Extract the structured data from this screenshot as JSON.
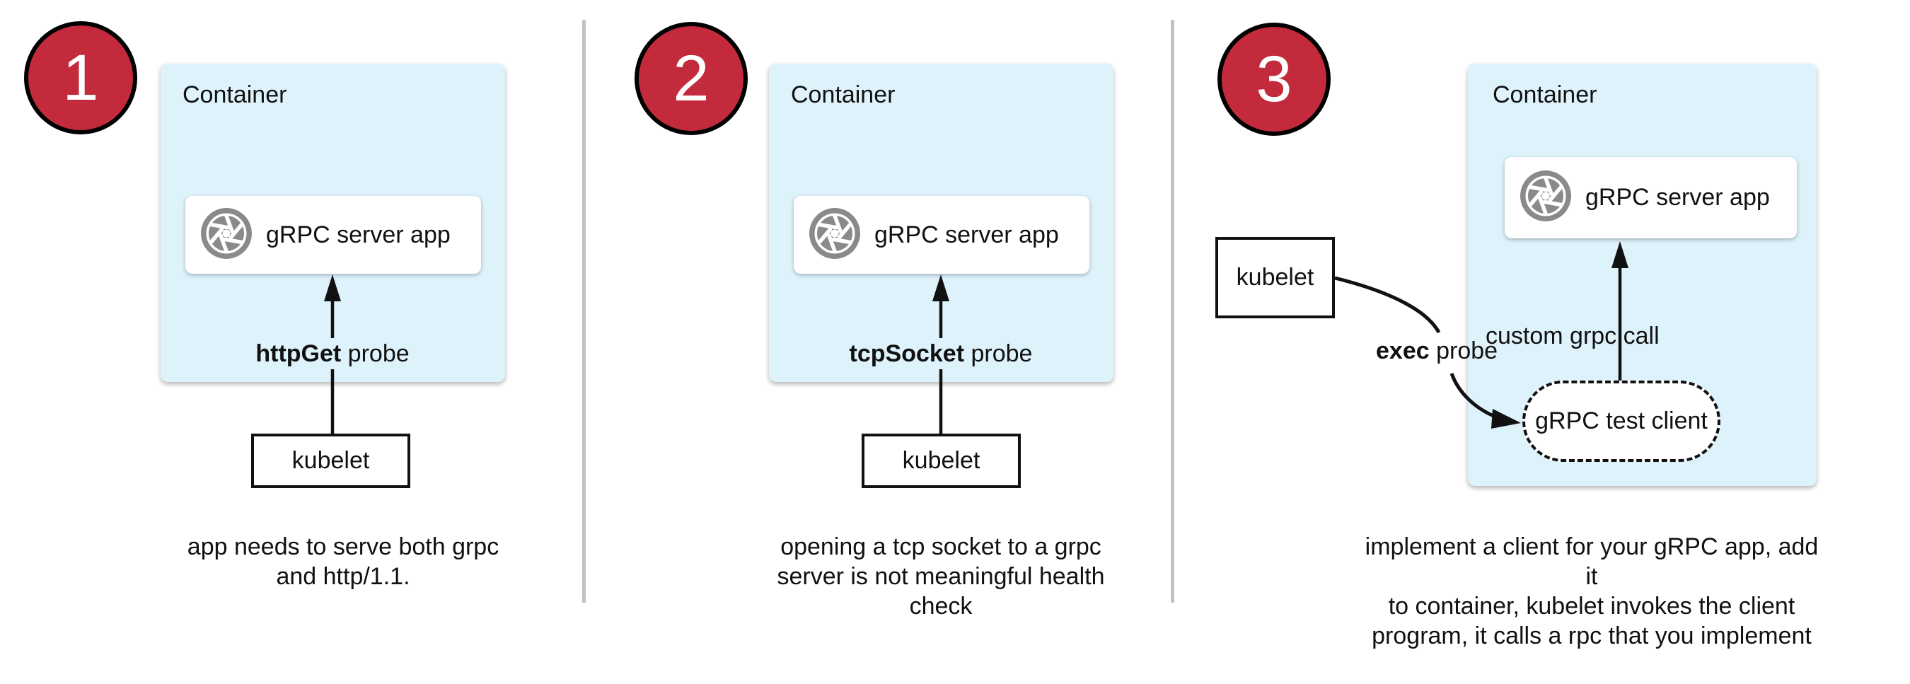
{
  "title": "gRPC health-check probe options diagram",
  "colors": {
    "step_circle_red": "#C32B3D",
    "container_blue": "#DEF2FC",
    "icon_gray": "#8A8A8A",
    "divider_gray": "#C2C2C2",
    "line_black": "#111111",
    "card_white": "#FFFFFF"
  },
  "panels": [
    {
      "number": "1",
      "container_label": "Container",
      "app_icon": "aperture-icon",
      "app_label": "gRPC server app",
      "probe_label_bold": "httpGet",
      "probe_label_rest": " probe",
      "kubelet_label": "kubelet",
      "caption_lines": [
        "app needs to serve both grpc",
        "and http/1.1."
      ]
    },
    {
      "number": "2",
      "container_label": "Container",
      "app_icon": "aperture-icon",
      "app_label": "gRPC server app",
      "probe_label_bold": "tcpSocket",
      "probe_label_rest": " probe",
      "kubelet_label": "kubelet",
      "caption_lines": [
        "opening a tcp socket to a grpc",
        "server is not meaningful health",
        "check"
      ]
    },
    {
      "number": "3",
      "container_label": "Container",
      "app_icon": "aperture-icon",
      "app_label": "gRPC server app",
      "kubelet_label": "kubelet",
      "exec_label_bold": "exec",
      "exec_label_rest": " probe",
      "custom_call_label": "custom grpc call",
      "test_client_label": "gRPC test client",
      "caption_lines": [
        "implement a client for your gRPC app, add it",
        "to container, kubelet invokes the client",
        "program, it calls a rpc that you implement"
      ]
    }
  ]
}
